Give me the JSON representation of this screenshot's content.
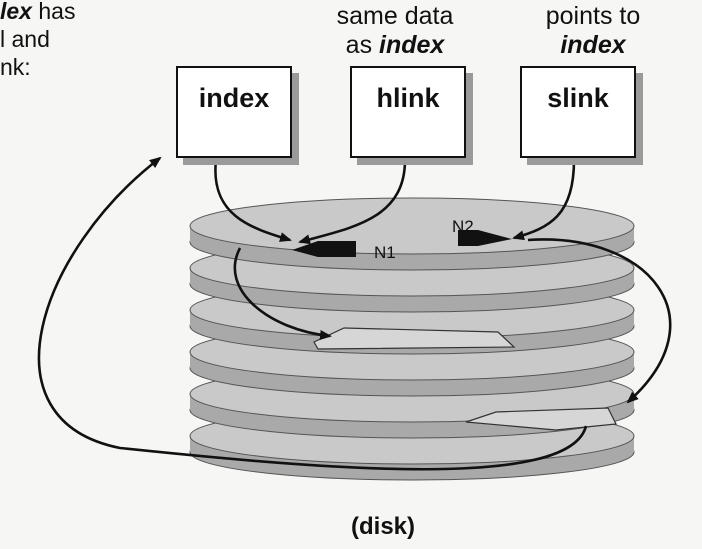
{
  "left_note": {
    "line1_italic": "lex",
    "line1_rest": " has",
    "line2": "l and",
    "line3": "nk:"
  },
  "captions": {
    "hlink_line1": "same data",
    "hlink_line2_prefix": "as ",
    "hlink_line2_em": "index",
    "slink_line1": "points to",
    "slink_line2_em": "index"
  },
  "boxes": {
    "index": "index",
    "hlink": "hlink",
    "slink": "slink"
  },
  "nodes": {
    "n1": "N1",
    "n2": "N2"
  },
  "disk_label": "(disk)",
  "colors": {
    "platter_top": "#c9c9c9",
    "platter_side": "#a9a9a9",
    "stroke": "#111111",
    "box_shadow": "#9a9a9a"
  }
}
